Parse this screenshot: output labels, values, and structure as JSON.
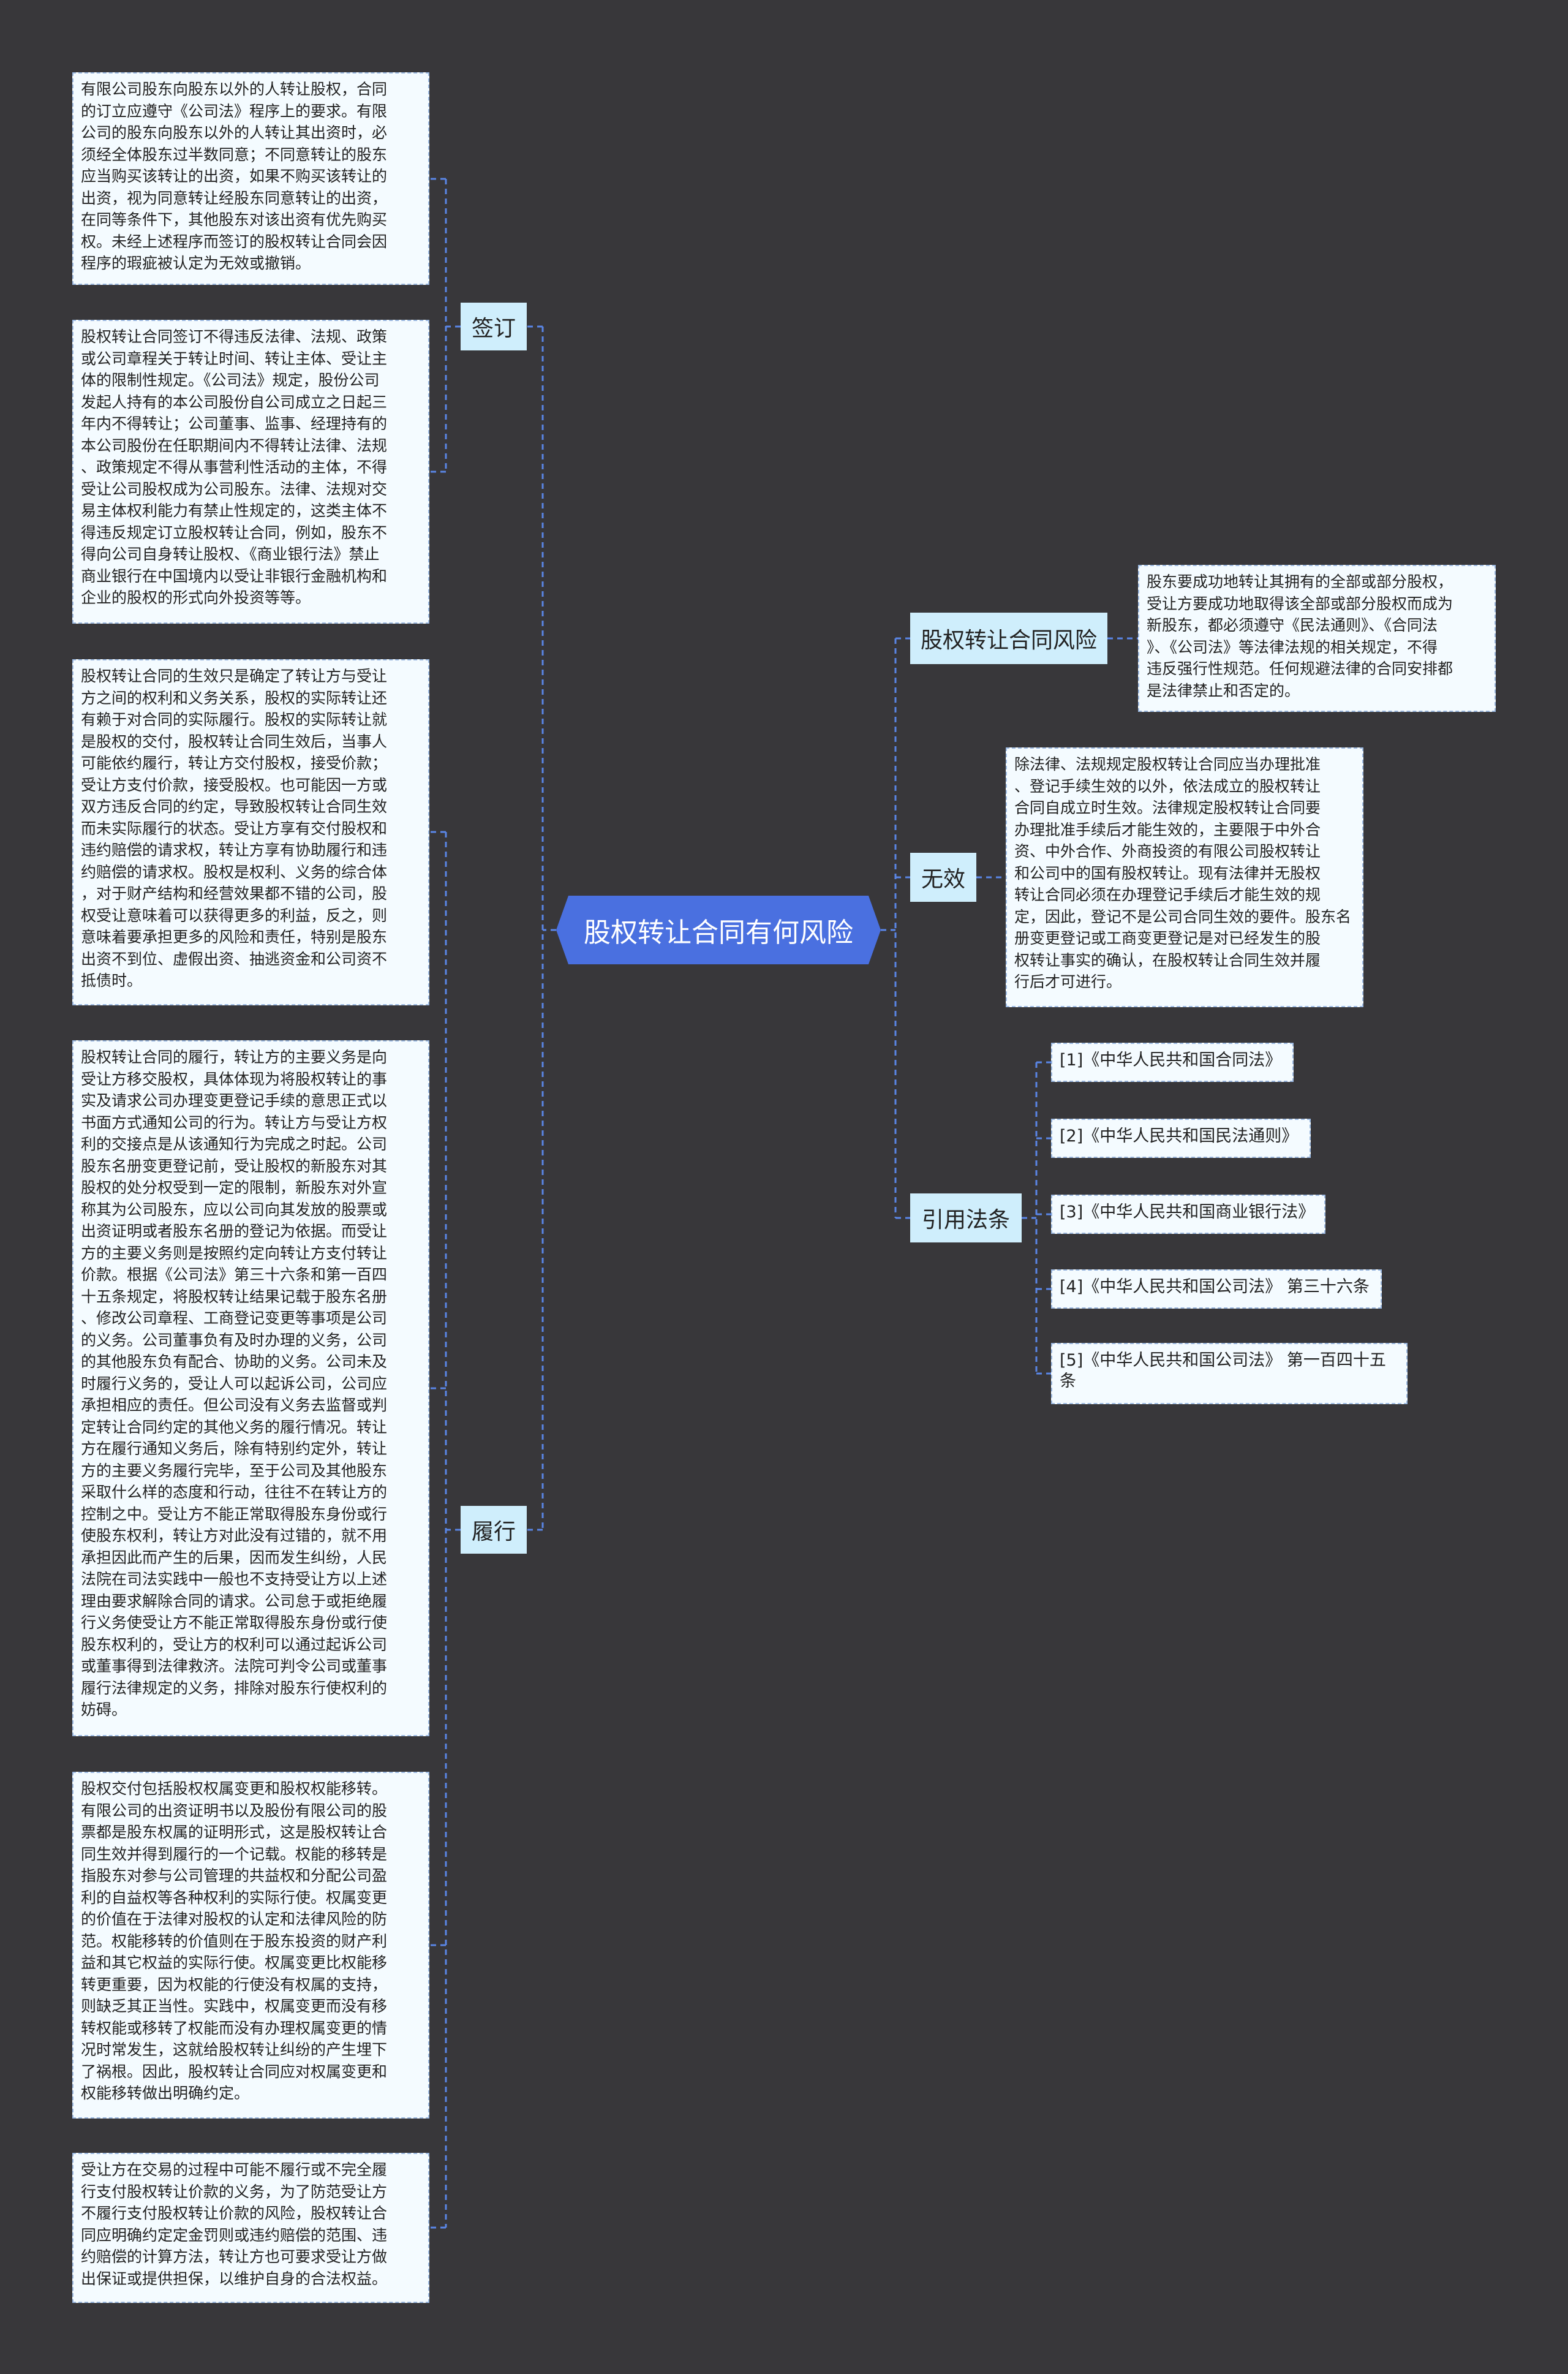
{
  "root": {
    "label": "股权转让合同有何风险"
  },
  "colors": {
    "background": "#38373a",
    "root": "#4a70e0",
    "branch": "#cfeefc",
    "leaf": "#f4fbff",
    "edge": "#5a86e6"
  },
  "branches": {
    "qianding": {
      "label": "签订",
      "leaves": [
        "有限公司股东向股东以外的人转让股权，合同\n的订立应遵守《公司法》程序上的要求。有限\n公司的股东向股东以外的人转让其出资时，必\n须经全体股东过半数同意；不同意转让的股东\n应当购买该转让的出资，如果不购买该转让的\n出资，视为同意转让经股东同意转让的出资，\n在同等条件下，其他股东对该出资有优先购买\n权。未经上述程序而签订的股权转让合同会因\n程序的瑕疵被认定为无效或撤销。",
        "股权转让合同签订不得违反法律、法规、政策\n或公司章程关于转让时间、转让主体、受让主\n体的限制性规定。《公司法》规定，股份公司\n发起人持有的本公司股份自公司成立之日起三\n年内不得转让；公司董事、监事、经理持有的\n本公司股份在任职期间内不得转让法律、法规\n、政策规定不得从事营利性活动的主体，不得\n受让公司股权成为公司股东。法律、法规对交\n易主体权利能力有禁止性规定的，这类主体不\n得违反规定订立股权转让合同，例如，股东不\n得向公司自身转让股权、《商业银行法》禁止\n商业银行在中国境内以受让非银行金融机构和\n企业的股权的形式向外投资等等。"
      ]
    },
    "lvxing": {
      "label": "履行",
      "leaves": [
        "股权转让合同的生效只是确定了转让方与受让\n方之间的权利和义务关系，股权的实际转让还\n有赖于对合同的实际履行。股权的实际转让就\n是股权的交付，股权转让合同生效后，当事人\n可能依约履行，转让方交付股权，接受价款；\n受让方支付价款，接受股权。也可能因一方或\n双方违反合同的约定，导致股权转让合同生效\n而未实际履行的状态。受让方享有交付股权和\n违约赔偿的请求权，转让方享有协助履行和违\n约赔偿的请求权。股权是权利、义务的综合体\n，对于财产结构和经营效果都不错的公司，股\n权受让意味着可以获得更多的利益，反之，则\n意味着要承担更多的风险和责任，特别是股东\n出资不到位、虚假出资、抽逃资金和公司资不\n抵债时。",
        "股权转让合同的履行，转让方的主要义务是向\n受让方移交股权，具体体现为将股权转让的事\n实及请求公司办理变更登记手续的意思正式以\n书面方式通知公司的行为。转让方与受让方权\n利的交接点是从该通知行为完成之时起。公司\n股东名册变更登记前，受让股权的新股东对其\n股权的处分权受到一定的限制，新股东对外宣\n称其为公司股东，应以公司向其发放的股票或\n出资证明或者股东名册的登记为依据。而受让\n方的主要义务则是按照约定向转让方支付转让\n价款。根据《公司法》第三十六条和第一百四\n十五条规定，将股权转让结果记载于股东名册\n、修改公司章程、工商登记变更等事项是公司\n的义务。公司董事负有及时办理的义务，公司\n的其他股东负有配合、协助的义务。公司未及\n时履行义务的，受让人可以起诉公司，公司应\n承担相应的责任。但公司没有义务去监督或判\n定转让合同约定的其他义务的履行情况。转让\n方在履行通知义务后，除有特别约定外，转让\n方的主要义务履行完毕，至于公司及其他股东\n采取什么样的态度和行动，往往不在转让方的\n控制之中。受让方不能正常取得股东身份或行\n使股东权利，转让方对此没有过错的，就不用\n承担因此而产生的后果，因而发生纠纷，人民\n法院在司法实践中一般也不支持受让方以上述\n理由要求解除合同的请求。公司怠于或拒绝履\n行义务使受让方不能正常取得股东身份或行使\n股东权利的，受让方的权利可以通过起诉公司\n或董事得到法律救济。法院可判令公司或董事\n履行法律规定的义务，排除对股东行使权利的\n妨碍。",
        "股权交付包括股权权属变更和股权权能移转。\n有限公司的出资证明书以及股份有限公司的股\n票都是股东权属的证明形式，这是股权转让合\n同生效并得到履行的一个记载。权能的移转是\n指股东对参与公司管理的共益权和分配公司盈\n利的自益权等各种权利的实际行使。权属变更\n的价值在于法律对股权的认定和法律风险的防\n范。权能移转的价值则在于股东投资的财产利\n益和其它权益的实际行使。权属变更比权能移\n转更重要，因为权能的行使没有权属的支持，\n则缺乏其正当性。实践中，权属变更而没有移\n转权能或移转了权能而没有办理权属变更的情\n况时常发生，这就给股权转让纠纷的产生埋下\n了祸根。因此，股权转让合同应对权属变更和\n权能移转做出明确约定。",
        "受让方在交易的过程中可能不履行或不完全履\n行支付股权转让价款的义务，为了防范受让方\n不履行支付股权转让价款的风险，股权转让合\n同应明确约定定金罚则或违约赔偿的范围、违\n约赔偿的计算方法，转让方也可要求受让方做\n出保证或提供担保，以维护自身的合法权益。"
      ]
    },
    "fengxian": {
      "label": "股权转让合同风险",
      "leaf": "股东要成功地转让其拥有的全部或部分股权，\n受让方要成功地取得该全部或部分股权而成为\n新股东，都必须遵守《民法通则》、《合同法\n》、《公司法》等法律法规的相关规定，不得\n违反强行性规范。任何规避法律的合同安排都\n是法律禁止和否定的。"
    },
    "wuxiao": {
      "label": "无效",
      "leaf": "除法律、法规规定股权转让合同应当办理批准\n、登记手续生效的以外，依法成立的股权转让\n合同自成立时生效。法律规定股权转让合同要\n办理批准手续后才能生效的，主要限于中外合\n资、中外合作、外商投资的有限公司股权转让\n和公司中的国有股权转让。现有法律并无股权\n转让合同必须在办理登记手续后才能生效的规\n定，因此，登记不是公司合同生效的要件。股东名\n册变更登记或工商变更登记是对已经发生的股\n权转让事实的确认，在股权转让合同生效并履\n行后才可进行。"
    },
    "yinyong": {
      "label": "引用法条",
      "refs": [
        "[1]《中华人民共和国合同法》",
        "[2]《中华人民共和国民法通则》",
        "[3]《中华人民共和国商业银行法》",
        "[4]《中华人民共和国公司法》 第三十六条",
        "[5]《中华人民共和国公司法》 第一百四十五\n条"
      ]
    }
  }
}
